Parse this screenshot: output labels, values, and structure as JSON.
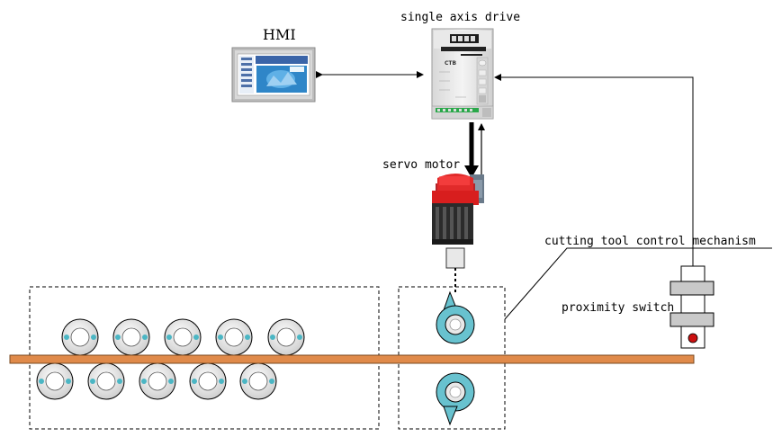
{
  "labels": {
    "hmi": "HMI",
    "drive": "single axis drive",
    "servo": "servo motor",
    "cutting": "cutting tool control mechanism",
    "proximity": "proximity switch"
  },
  "device_text": {
    "drive_brand": "CTB"
  },
  "colors": {
    "strip": "#e08a4a",
    "motor_red": "#d81e1e",
    "motor_dark": "#2b2b2b",
    "roller_fill": "#e6e6e6",
    "cutter_fill": "#68c2cf",
    "hmi_screen": "#2f86c8",
    "terminal_green": "#2aa84a",
    "switch_lamp": "#cc1111"
  },
  "icons": [
    "hmi-panel-icon",
    "drive-unit-icon",
    "servo-motor-icon",
    "roller-icon",
    "cutter-icon",
    "proximity-sensor-icon"
  ]
}
